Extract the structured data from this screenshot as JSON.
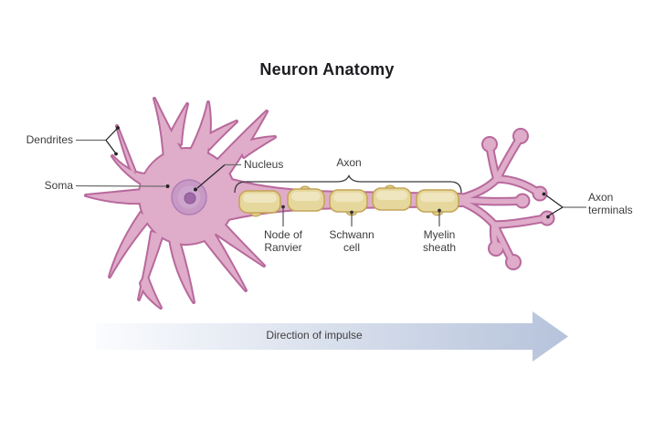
{
  "title": "Neuron Anatomy",
  "labels": {
    "dendrites": "Dendrites",
    "soma": "Soma",
    "nucleus": "Nucleus",
    "axon": "Axon",
    "node_of_ranvier": {
      "line1": "Node of",
      "line2": "Ranvier"
    },
    "schwann_cell": {
      "line1": "Schwann",
      "line2": "cell"
    },
    "myelin_sheath": {
      "line1": "Myelin",
      "line2": "sheath"
    },
    "axon_terminals": {
      "line1": "Axon",
      "line2": "terminals"
    }
  },
  "arrow": {
    "label": "Direction of impulse"
  },
  "colors": {
    "membrane_fill": "#dfacca",
    "membrane_outline": "#b8699c",
    "myelin_fill": "#e6d89c",
    "myelin_outline": "#c4a458",
    "myelin_bump": "#e2d08f",
    "nucleus_fill": "#c799c4",
    "nucleus_inner": "#cda6cd",
    "nucleolus": "#9e69a4",
    "arrow_gradient_start": "#fbfcfe",
    "arrow_gradient_end": "#b6c3db",
    "leader_line": "#6e6e6e",
    "pointer_line": "#222222",
    "text": "#3c3c3c",
    "title_text": "#1c1c21"
  }
}
